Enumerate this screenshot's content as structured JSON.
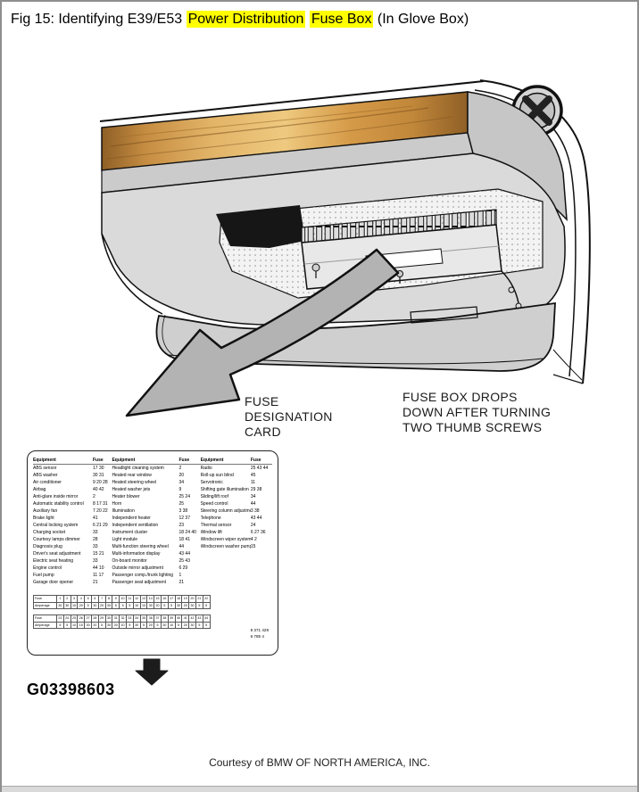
{
  "title": {
    "part1": "Fig 15: Identifying E39/E53 ",
    "highlight1": "Power Distribution",
    "part2": " ",
    "highlight2": "Fuse Box",
    "part3": " (In Glove Box)"
  },
  "annotations": {
    "fuse_designation_card": "FUSE\nDESIGNATION\nCARD",
    "fuse_box_drops": "FUSE BOX DROPS\nDOWN AFTER TURNING\nTWO THUMB SCREWS"
  },
  "card": {
    "header": [
      "Equipment",
      "Fuse",
      "Equipment",
      "Fuse",
      "Equipment",
      "Fuse"
    ],
    "rows": [
      [
        "ABS sensor",
        "17 30",
        "Headlight cleaning system",
        "2",
        "Radio",
        "25 43 44"
      ],
      [
        "ABS washer",
        "30 31",
        "Heated rear window",
        "20",
        "Roll-up sun blind",
        "45"
      ],
      [
        "Air conditioner",
        "9 20 28",
        "Heated steering wheel",
        "34",
        "Servotronic",
        "11"
      ],
      [
        "Airbag",
        "40 42",
        "Heated washer jets",
        "9",
        "Shifting gate illumination",
        "29 38"
      ],
      [
        "Anti-glare inside mirror",
        "2",
        "Heater blower",
        "25 24",
        "Sliding/lift roof",
        "34"
      ],
      [
        "Automatic stability control",
        "8 17 31",
        "Horn",
        "25",
        "Speed control",
        "44"
      ],
      [
        "Auxiliary fan",
        "7 20 22",
        "Illumination",
        "3 38",
        "Steering column adjustment",
        "3 38"
      ],
      [
        "Brake light",
        "41",
        "Independent heater",
        "12 37",
        "Telephone",
        "43 44"
      ],
      [
        "Central locking system",
        "6 21 29",
        "Independent ventilation",
        "23",
        "Thermal sensor",
        "24"
      ],
      [
        "Charging socket",
        "33",
        "Instrument cluster",
        "18 24 40",
        "Window lift",
        "6 27 36"
      ],
      [
        "Courtesy lamps dimmer",
        "28",
        "Light module",
        "18 41",
        "Windscreen wiper system",
        "4 2"
      ],
      [
        "Diagnosis plug",
        "33",
        "Multi-function steering wheel",
        "44",
        "Windscreen washer pump",
        "15"
      ],
      [
        "Driver's seat adjustment",
        "15 21",
        "Multi-information display",
        "43 44",
        "",
        ""
      ],
      [
        "Electric seat heating",
        "33",
        "On-board monitor",
        "25 43",
        "",
        ""
      ],
      [
        "Engine control",
        "44 10",
        "Outside mirror adjustment",
        "6 29",
        "",
        ""
      ],
      [
        "Fuel pump",
        "11 17",
        "Passenger comp./trunk lighting",
        "1",
        "",
        ""
      ],
      [
        "Garage door opener",
        "21",
        "Passenger seat adjustment",
        "21",
        "",
        ""
      ]
    ],
    "grid1": {
      "row1_label": "Fuse",
      "row2_label": "Amperage",
      "row1": [
        "1",
        "2",
        "3",
        "4",
        "5",
        "6",
        "7",
        "8",
        "9",
        "10",
        "11",
        "12",
        "13",
        "14",
        "15",
        "16",
        "17",
        "18",
        "19",
        "20",
        "21",
        "22"
      ],
      "row2": [
        "30",
        "30",
        "10",
        "20",
        "5",
        "30",
        "20",
        "30",
        "5",
        "5",
        "5",
        "10",
        "10",
        "30",
        "20",
        "5",
        "5",
        "30",
        "20",
        "30",
        "5",
        "5"
      ]
    },
    "grid2": {
      "row1_label": "Fuse",
      "row2_label": "Amperage",
      "row1": [
        "23",
        "24",
        "25",
        "26",
        "27",
        "28",
        "29",
        "30",
        "31",
        "32",
        "33",
        "34",
        "35",
        "36",
        "37",
        "38",
        "39",
        "40",
        "41",
        "42",
        "43",
        "44"
      ],
      "row2": [
        "5",
        "5",
        "10",
        "15",
        "30",
        "20",
        "5",
        "30",
        "20",
        "10",
        "5",
        "30",
        "5",
        "20",
        "5",
        "30",
        "10",
        "5",
        "20",
        "30",
        "5",
        "5"
      ]
    },
    "part_numbers": "8 371 429\n6 785 4"
  },
  "figure_id": "G03398603",
  "courtesy": "Courtesy of BMW OF NORTH AMERICA, INC."
}
